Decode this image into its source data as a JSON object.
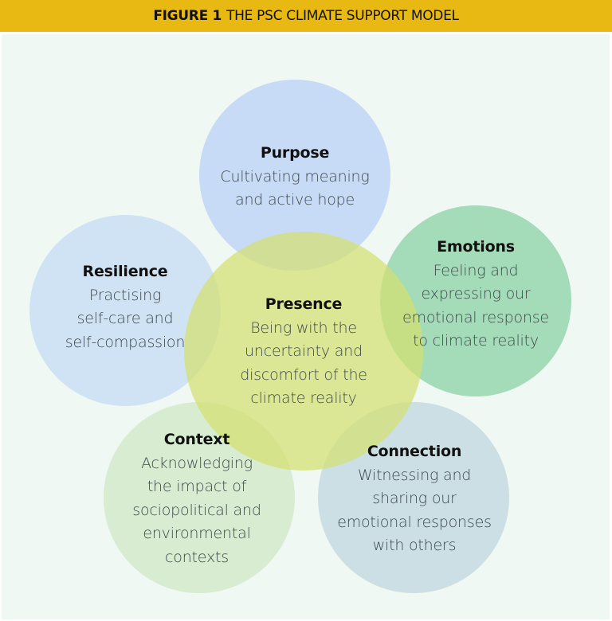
{
  "header": {
    "figure_label": "FIGURE 1",
    "title": "THE PSC CLIMATE SUPPORT MODEL",
    "background_color": "#E8B912"
  },
  "diagram": {
    "background_color": "#EFF8F3",
    "nodes": [
      {
        "id": "purpose",
        "title": "Purpose",
        "description": "Cultivating meaning\nand active hope",
        "color": "#C5D9F5"
      },
      {
        "id": "resilience",
        "title": "Resilience",
        "description": "Practising\nself-care and\nself-compassion",
        "color": "#CDE1F3"
      },
      {
        "id": "emotions",
        "title": "Emotions",
        "description": "Feeling and\nexpressing our\nemotional response\nto climate reality",
        "color": "#9FD9B4"
      },
      {
        "id": "presence",
        "title": "Presence",
        "description": "Being with the\nuncertainty and\ndiscomfort of the\nclimate reality",
        "color": "#DDE68A"
      },
      {
        "id": "context",
        "title": "Context",
        "description": "Acknowledging\nthe impact of\nsociopolitical and\nenvironmental\ncontexts",
        "color": "#D5EBCD"
      },
      {
        "id": "connection",
        "title": "Connection",
        "description": "Witnessing and\nsharing our\nemotional responses\nwith others",
        "color": "#C8DDE3"
      }
    ]
  }
}
